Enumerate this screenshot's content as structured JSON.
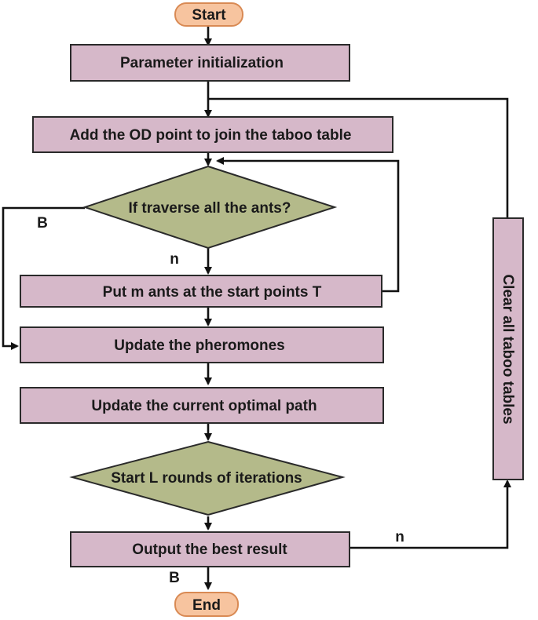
{
  "flowchart": {
    "start": "Start",
    "end": "End",
    "steps": {
      "param_init": "Parameter initialization",
      "add_od": "Add the OD point to join the taboo table",
      "put_ants": "Put m ants at the start points T",
      "update_pheromones": "Update the pheromones",
      "update_path": "Update the current optimal path",
      "output_best": "Output the best result",
      "clear_taboo": "Clear all taboo tables"
    },
    "decisions": {
      "traverse_ants": "If traverse all the ants?",
      "start_rounds": "Start L rounds of iterations"
    },
    "edge_labels": {
      "traverse_no": "n",
      "traverse_yes": "B",
      "output_no": "n",
      "output_yes": "B"
    }
  },
  "colors": {
    "process_fill": "#d6b8c9",
    "decision_fill": "#b4ba8a",
    "terminal_fill": "#f7c49f",
    "line": "#111111"
  }
}
